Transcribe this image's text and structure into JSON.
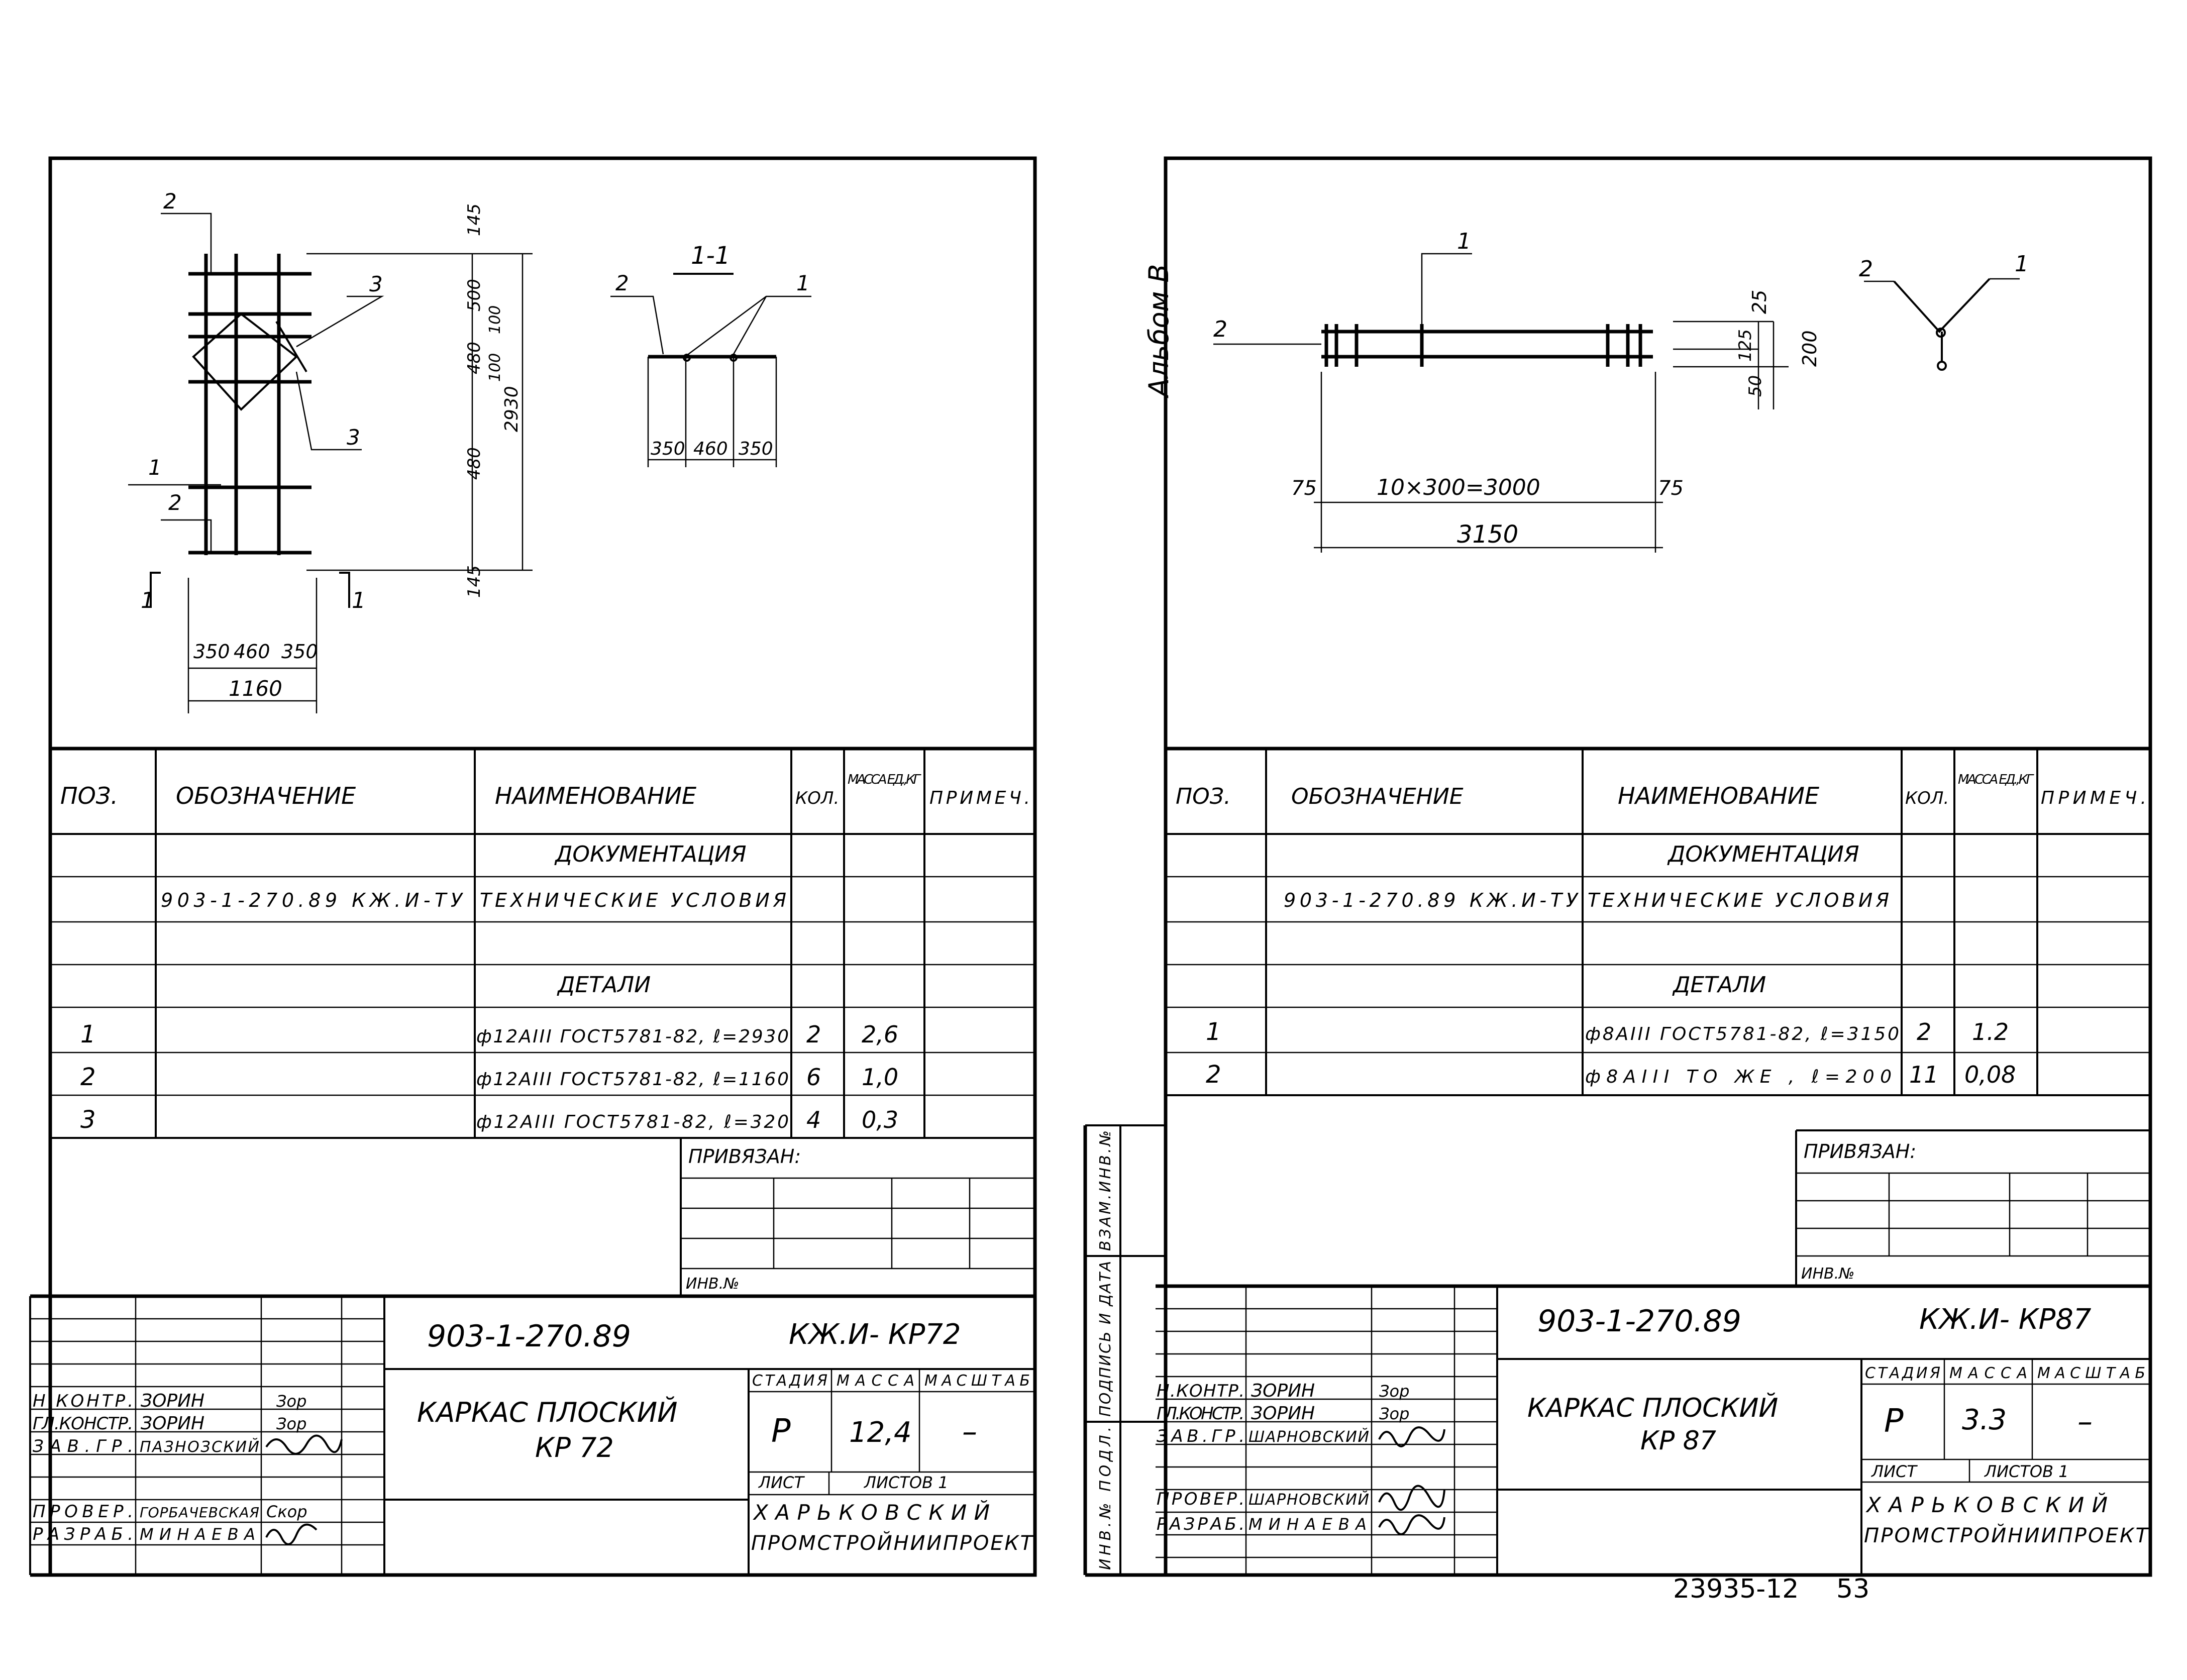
{
  "left_sheet": {
    "drawing": {
      "leader_labels": [
        "2",
        "3",
        "3",
        "1",
        "2"
      ],
      "section_marks": [
        "1",
        "1"
      ],
      "dims_bottom": [
        "350",
        "460",
        "350"
      ],
      "dim_total_width": "1160",
      "dims_right": [
        "145",
        "500",
        "480",
        "480",
        "145"
      ],
      "dims_right_small": [
        "100",
        "100"
      ],
      "dim_total_height": "2930",
      "section_title": "1-1",
      "section_labels": [
        "2",
        "1"
      ],
      "section_dims": [
        "350",
        "460",
        "350"
      ]
    },
    "spec_header": {
      "pos": "ПОЗ.",
      "designation": "ОБОЗНАЧЕНИЕ",
      "name": "НАИМЕНОВАНИЕ",
      "qty": "КОЛ.",
      "mass": "МАССА ЕД.,КГ",
      "note": "ПРИМЕЧ."
    },
    "spec_rows": [
      {
        "pos": "",
        "designation": "",
        "name": "ДОКУМЕНТАЦИЯ",
        "qty": "",
        "mass": ""
      },
      {
        "pos": "",
        "designation": "903-1-270.89 КЖ.И-ТУ",
        "name": "ТЕХНИЧЕСКИЕ УСЛОВИЯ",
        "qty": "",
        "mass": ""
      },
      {
        "pos": "",
        "designation": "",
        "name": "",
        "qty": "",
        "mass": ""
      },
      {
        "pos": "",
        "designation": "",
        "name": "ДЕТАЛИ",
        "qty": "",
        "mass": ""
      },
      {
        "pos": "1",
        "designation": "",
        "name": "ф12АIII ГОСТ5781-82, ℓ=2930",
        "qty": "2",
        "mass": "2,6"
      },
      {
        "pos": "2",
        "designation": "",
        "name": "ф12АIII ГОСТ5781-82, ℓ=1160",
        "qty": "6",
        "mass": "1,0"
      },
      {
        "pos": "3",
        "designation": "",
        "name": "ф12АIII ГОСТ5781-82, ℓ=320",
        "qty": "4",
        "mass": "0,3"
      }
    ],
    "privyazan": "ПРИВЯЗАН:",
    "inv_no": "ИНВ.№",
    "title_block": {
      "doc_number": "903-1-270.89",
      "doc_code": "КЖ.И- КР72",
      "title_line1": "КАРКАС ПЛОСКИЙ",
      "title_line2": "КР 72",
      "stage_label": "СТАДИЯ",
      "mass_label": "МАССА",
      "scale_label": "МАСШТАБ",
      "stage": "Р",
      "mass": "12,4",
      "scale": "–",
      "sheet_label": "ЛИСТ",
      "sheets_label": "ЛИСТОВ 1",
      "org_line1": "ХАРЬКОВСКИЙ",
      "org_line2": "ПРОМСТРОЙНИИПРОЕКТ",
      "roles": [
        "Н.КОНТР.",
        "ГЛ.КОНСТР.",
        "ЗАВ.ГР.",
        "ПРОВЕР.",
        "РАЗРАБ."
      ],
      "names": [
        "ЗОРИН",
        "ЗОРИН",
        "ПАЗНОЗСКИЙ",
        "ГОРБАЧЕВСКАЯ",
        "МИНАЕВА"
      ],
      "signatures": [
        "Зор",
        "Зор",
        "",
        "Скор",
        ""
      ]
    }
  },
  "right_sheet": {
    "album_label": "Альбом В",
    "drawing": {
      "leader_labels": [
        "1",
        "2"
      ],
      "dims_right": [
        "25",
        "125",
        "50",
        "200"
      ],
      "dim_spacing": "10×300=3000",
      "dim_end_left": "75",
      "dim_end_right": "75",
      "dim_total": "3150",
      "section_labels": [
        "2",
        "1"
      ]
    },
    "spec_header": {
      "pos": "ПОЗ.",
      "designation": "ОБОЗНАЧЕНИЕ",
      "name": "НАИМЕНОВАНИЕ",
      "qty": "КОЛ.",
      "mass": "МАССА ЕД.,КГ",
      "note": "ПРИМЕЧ."
    },
    "spec_rows": [
      {
        "pos": "",
        "designation": "",
        "name": "ДОКУМЕНТАЦИЯ",
        "qty": "",
        "mass": ""
      },
      {
        "pos": "",
        "designation": "903-1-270.89 КЖ.И-ТУ",
        "name": "ТЕХНИЧЕСКИЕ УСЛОВИЯ",
        "qty": "",
        "mass": ""
      },
      {
        "pos": "",
        "designation": "",
        "name": "",
        "qty": "",
        "mass": ""
      },
      {
        "pos": "",
        "designation": "",
        "name": "ДЕТАЛИ",
        "qty": "",
        "mass": ""
      },
      {
        "pos": "1",
        "designation": "",
        "name": "ф8АIII ГОСТ5781-82, ℓ=3150",
        "qty": "2",
        "mass": "1.2"
      },
      {
        "pos": "2",
        "designation": "",
        "name": "ф8АIII ТО ЖЕ , ℓ=200",
        "qty": "11",
        "mass": "0,08"
      }
    ],
    "side_stamp": [
      "ВЗАМ.ИНВ.№",
      "ПОДПИСЬ И ДАТА",
      "ИНВ.№ ПОДЛ."
    ],
    "privyazan": "ПРИВЯЗАН:",
    "inv_no": "ИНВ.№",
    "title_block": {
      "doc_number": "903-1-270.89",
      "doc_code": "КЖ.И- КР87",
      "title_line1": "КАРКАС ПЛОСКИЙ",
      "title_line2": "КР 87",
      "stage_label": "СТАДИЯ",
      "mass_label": "МАССА",
      "scale_label": "МАСШТАБ",
      "stage": "Р",
      "mass": "3.3",
      "scale": "–",
      "sheet_label": "ЛИСТ",
      "sheets_label": "ЛИСТОВ 1",
      "org_line1": "ХАРЬКОВСКИЙ",
      "org_line2": "ПРОМСТРОЙНИИПРОЕКТ",
      "roles": [
        "Н.КОНТР.",
        "ГЛ.КОНСТР.",
        "ЗАВ.ГР.",
        "ПРОВЕР.",
        "РАЗРАБ."
      ],
      "names": [
        "ЗОРИН",
        "ЗОРИН",
        "ШАРНОВСКИЙ",
        "ШАРНОВСКИЙ",
        "МИНАЕВА"
      ],
      "signatures": [
        "Зор",
        "Зор",
        "",
        "",
        ""
      ]
    }
  },
  "footer": {
    "archive_number": "23935-12",
    "page_number": "53"
  }
}
